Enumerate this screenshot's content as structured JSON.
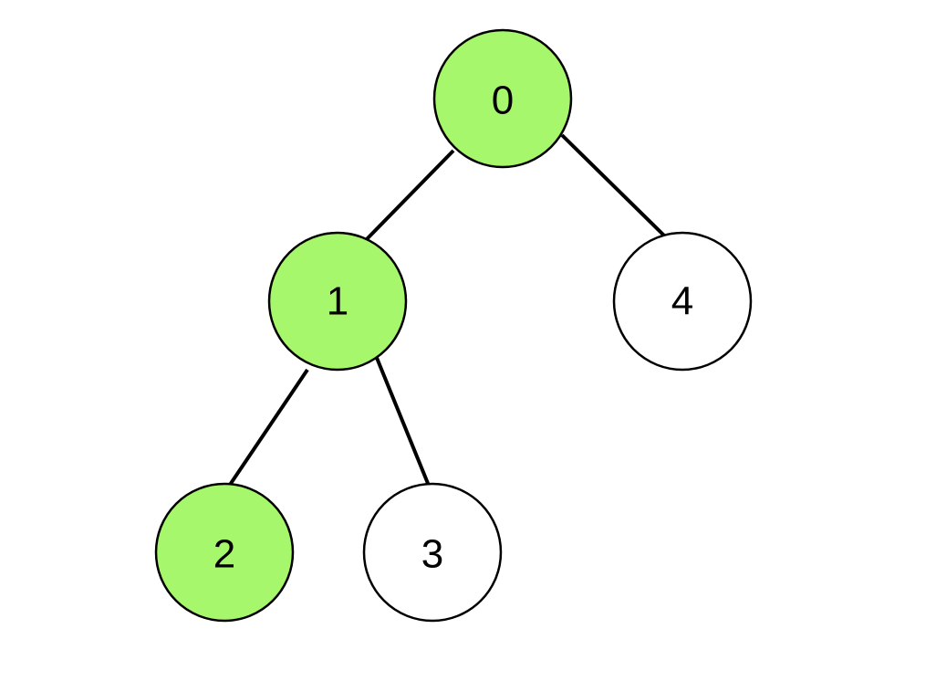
{
  "diagram": {
    "type": "binary-tree",
    "colors": {
      "highlight_fill": "#a6f76c",
      "default_fill": "#ffffff",
      "stroke": "#000000"
    },
    "nodes": [
      {
        "id": "0",
        "label": "0",
        "highlighted": true
      },
      {
        "id": "1",
        "label": "1",
        "highlighted": true
      },
      {
        "id": "4",
        "label": "4",
        "highlighted": false
      },
      {
        "id": "2",
        "label": "2",
        "highlighted": true
      },
      {
        "id": "3",
        "label": "3",
        "highlighted": false
      }
    ],
    "edges": [
      {
        "from": "0",
        "to": "1"
      },
      {
        "from": "0",
        "to": "4"
      },
      {
        "from": "1",
        "to": "2"
      },
      {
        "from": "1",
        "to": "3"
      }
    ]
  }
}
